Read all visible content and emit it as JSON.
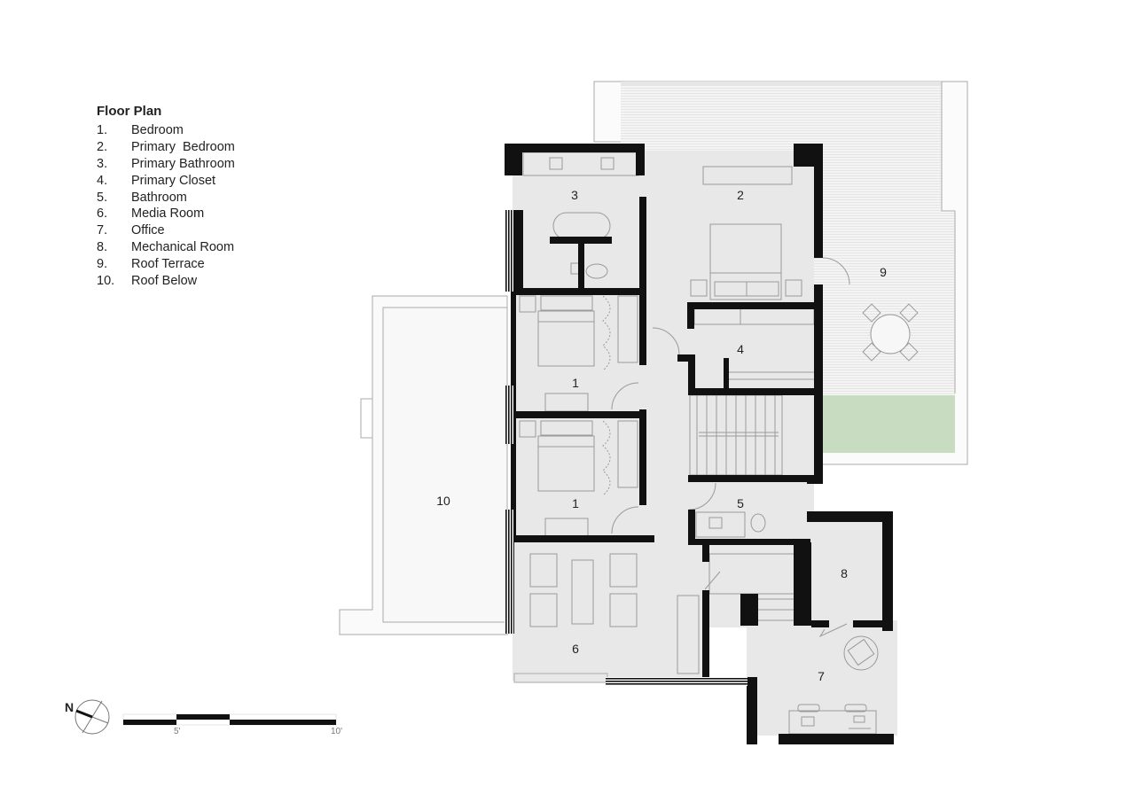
{
  "legend": {
    "title": "Floor Plan",
    "items": [
      {
        "num": "1.",
        "label": "Bedroom"
      },
      {
        "num": "2.",
        "label": "Primary  Bedroom"
      },
      {
        "num": "3.",
        "label": "Primary Bathroom"
      },
      {
        "num": "4.",
        "label": "Primary Closet"
      },
      {
        "num": "5.",
        "label": "Bathroom"
      },
      {
        "num": "6.",
        "label": "Media Room"
      },
      {
        "num": "7.",
        "label": "Office"
      },
      {
        "num": "8.",
        "label": "Mechanical Room"
      },
      {
        "num": "9.",
        "label": "Roof Terrace"
      },
      {
        "num": "10.",
        "label": "Roof Below"
      }
    ]
  },
  "rooms": {
    "r1a": "1",
    "r1b": "1",
    "r2": "2",
    "r3": "3",
    "r4": "4",
    "r5": "5",
    "r6": "6",
    "r7": "7",
    "r8": "8",
    "r9": "9",
    "r10": "10"
  },
  "north": {
    "label": "N"
  },
  "scale": {
    "mid": "5'",
    "end": "10'"
  },
  "colors": {
    "wall": "#111111",
    "floor": "#e9e8e8",
    "terrace": "#f2f2f2",
    "lawn": "#c7dcc0",
    "line": "#9a9a9a"
  }
}
